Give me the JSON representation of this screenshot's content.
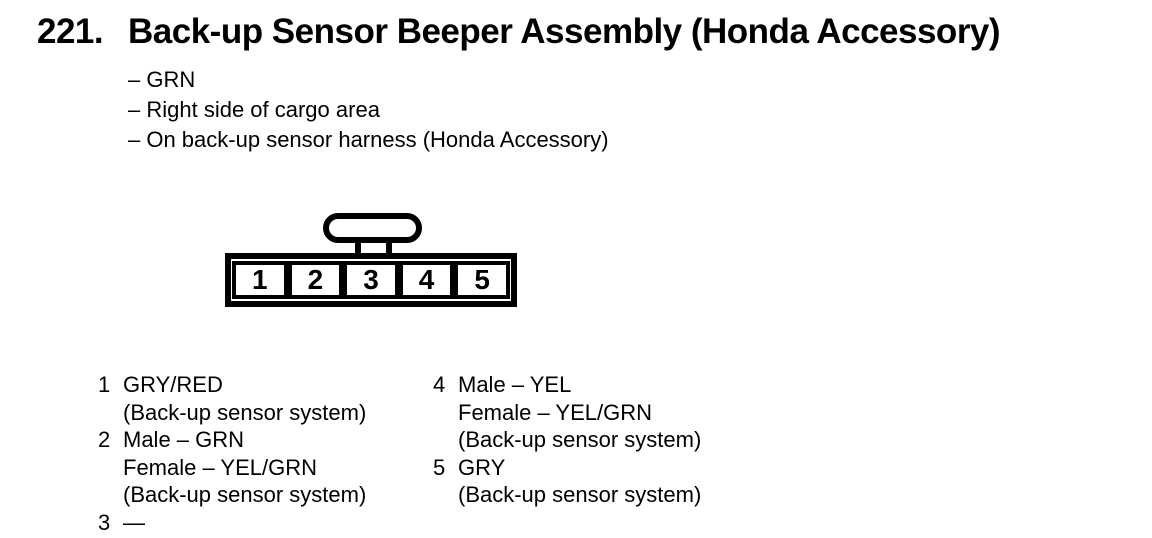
{
  "header": {
    "number": "221.",
    "title": "Back-up Sensor Beeper Assembly (Honda Accessory)"
  },
  "details": [
    "– GRN",
    "– Right side of cargo area",
    "– On back-up sensor harness (Honda Accessory)"
  ],
  "connector": {
    "cavities": [
      "1",
      "2",
      "3",
      "4",
      "5"
    ]
  },
  "pin_list": {
    "left": [
      {
        "num": "1",
        "lines": [
          "GRY/RED",
          "(Back-up sensor system)"
        ]
      },
      {
        "num": "2",
        "lines": [
          "Male – GRN",
          "Female – YEL/GRN",
          "(Back-up sensor system)"
        ]
      },
      {
        "num": "3",
        "lines": [
          "—"
        ]
      }
    ],
    "right": [
      {
        "num": "4",
        "lines": [
          "Male – YEL",
          "Female – YEL/GRN",
          "(Back-up sensor system)"
        ]
      },
      {
        "num": "5",
        "lines": [
          "GRY",
          "(Back-up sensor system)"
        ]
      }
    ]
  },
  "colors": {
    "ink": "#000000",
    "paper": "#ffffff"
  }
}
